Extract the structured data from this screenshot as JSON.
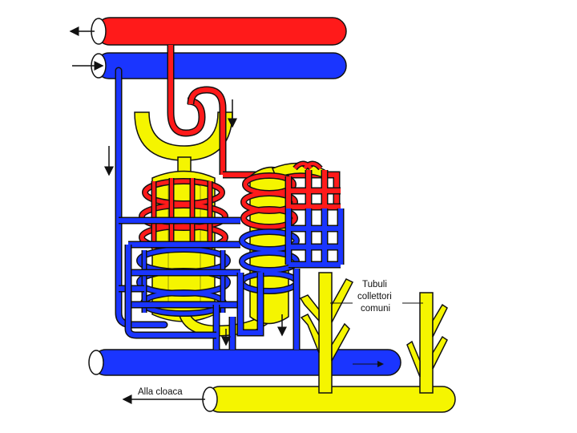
{
  "labels": {
    "collecting_tubules_line1": "Tubuli",
    "collecting_tubules_line2": "collettori",
    "collecting_tubules_line3": "comuni",
    "to_cloaca": "Alla cloaca"
  },
  "colors": {
    "artery_red": "#ff1a1a",
    "vein_blue": "#1a35ff",
    "tubule_yellow": "#f5f500",
    "outline": "#111111",
    "background": "#ffffff"
  }
}
